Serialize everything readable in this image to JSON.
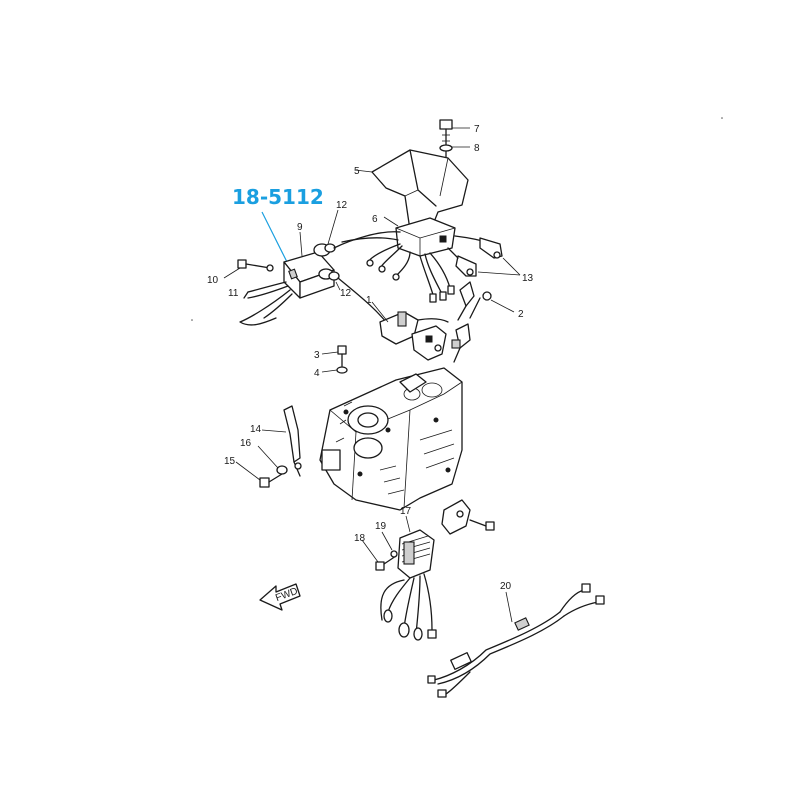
{
  "diagram": {
    "callout": {
      "text": "18-5112",
      "color": "#1a9fe0"
    },
    "part_labels": {
      "p1": "1",
      "p2": "2",
      "p3": "3",
      "p4": "4",
      "p5": "5",
      "p6": "6",
      "p7": "7",
      "p8": "8",
      "p9": "9",
      "p10": "10",
      "p11": "11",
      "p12a": "12",
      "p12b": "12",
      "p13": "13",
      "p14": "14",
      "p15": "15",
      "p16": "16",
      "p17": "17",
      "p18": "18",
      "p19": "19",
      "p20": "20"
    },
    "fwd_arrow": {
      "text": "FWD"
    }
  }
}
